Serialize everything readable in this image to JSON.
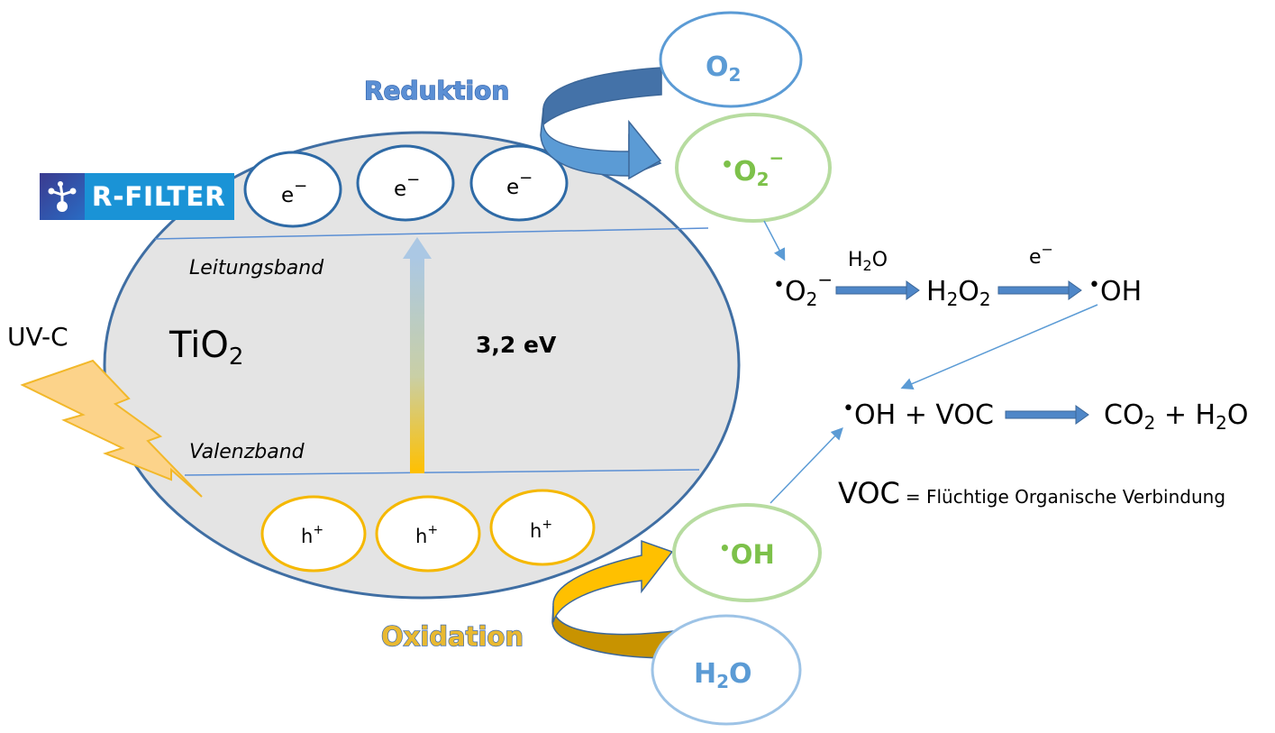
{
  "logo": {
    "text": "R-FILTER",
    "icon": "molecule-icon"
  },
  "labels": {
    "reduction": "Reduktion",
    "oxidation": "Oxidation",
    "conduction_band": "Leitungsband",
    "valence_band": "Valenzband",
    "material": "TiO",
    "material_sub": "2",
    "band_gap": "3,2 eV",
    "light_source": "UV-C"
  },
  "electrons": [
    {
      "base": "e",
      "charge": "−"
    },
    {
      "base": "e",
      "charge": "−"
    },
    {
      "base": "e",
      "charge": "−"
    }
  ],
  "holes": [
    {
      "base": "h",
      "charge": "+"
    },
    {
      "base": "h",
      "charge": "+"
    },
    {
      "base": "h",
      "charge": "+"
    }
  ],
  "species": {
    "o2": {
      "base": "O",
      "sub": "2"
    },
    "superoxide": {
      "dot": "•",
      "base": "O",
      "sub": "2",
      "charge": "−"
    },
    "hydroxyl": {
      "dot": "•",
      "base": "OH"
    },
    "water": {
      "base": "H",
      "sub": "2",
      "tail": "O"
    }
  },
  "reactions": {
    "step1": {
      "reactant": {
        "dot": "•",
        "base": "O",
        "sub": "2",
        "charge": "−"
      },
      "arrow_label": {
        "base": "H",
        "sub": "2",
        "tail": "O"
      },
      "product": {
        "a": "H",
        "sub1": "2",
        "b": "O",
        "sub2": "2"
      }
    },
    "step2": {
      "arrow_label": {
        "base": "e",
        "charge": "−"
      },
      "product": {
        "dot": "•",
        "base": "OH"
      }
    },
    "step3": {
      "reactant": {
        "dot": "•",
        "text": "OH + VOC"
      },
      "product": {
        "a": "CO",
        "sub1": "2",
        "b": " + H",
        "sub2": "2",
        "c": "O"
      }
    }
  },
  "definition": {
    "term": "VOC",
    "text": "= Flüchtige Organische Verbindung"
  },
  "colors": {
    "crystal_fill": "#e4e4e4",
    "crystal_stroke": "#3f6ea3",
    "electron_stroke": "#2e6aa6",
    "hole_stroke": "#f5b800",
    "o2_stroke": "#5b9bd5",
    "radical_stroke": "#b7dca0",
    "radical_text": "#7dc14a",
    "water_stroke": "#9dc3e6",
    "species_blue": "#5b9bd5",
    "arrow_blue": "#4f87c8",
    "arrow_gold": "#ffc000",
    "arrow_gold_dark": "#c89300",
    "bolt_fill": "#fcd38a",
    "bolt_stroke": "#f2b82a"
  }
}
